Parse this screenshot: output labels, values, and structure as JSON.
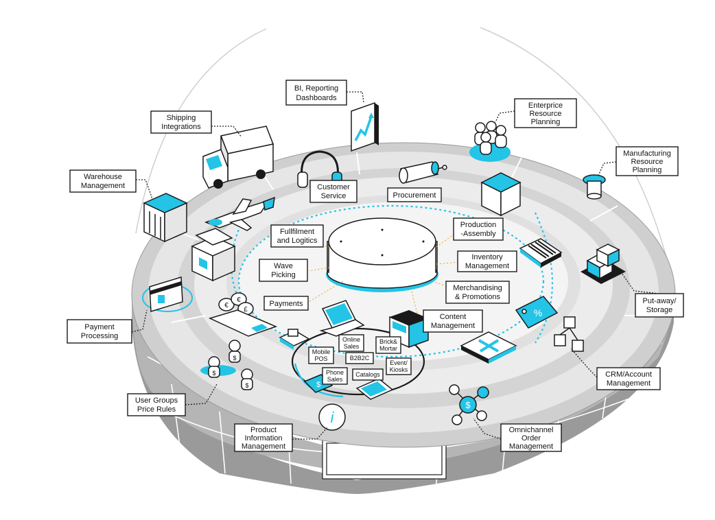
{
  "colors": {
    "accent": "#23c4e6",
    "ink": "#1a1a1a",
    "ring": "#d9d9d9",
    "base": "#8a8a8a"
  },
  "labels": {
    "bi_reporting": [
      "BI, Reporting",
      "Dashboards"
    ],
    "erp": [
      "Enterprice",
      "Resource",
      "Planning"
    ],
    "shipping": [
      "Shipping",
      "Integrations"
    ],
    "warehouse": [
      "Warehouse",
      "Management"
    ],
    "mrp": [
      "Manufacturing",
      "Resource",
      "Planning"
    ],
    "customer_service": [
      "Customer",
      "Service"
    ],
    "procurement": [
      "Procurement"
    ],
    "production": [
      "Production",
      "-Assembly"
    ],
    "fulfilment": [
      "Fullfilment",
      "and Logitics"
    ],
    "inventory": [
      "Inventory",
      "Management"
    ],
    "wave_picking": [
      "Wave",
      "Picking"
    ],
    "merchandising": [
      "Merchandising",
      "& Promotions"
    ],
    "payments": [
      "Payments"
    ],
    "content_mgmt": [
      "Content",
      "Management"
    ],
    "putaway": [
      "Put-away/",
      "Storage"
    ],
    "payment_processing": [
      "Payment",
      "Processing"
    ],
    "crm": [
      "CRM/Account",
      "Management"
    ],
    "user_groups": [
      "User Groups",
      "Price Rules"
    ],
    "pim": [
      "Product",
      "Information",
      "Management"
    ],
    "omnichannel": [
      "Omnichannel",
      "Order",
      "Management"
    ],
    "online_sales": [
      "Online",
      "Sales"
    ],
    "brick_mortar": [
      "Brick&",
      "Mortar"
    ],
    "mobile_pos": [
      "Mobile",
      "POS"
    ],
    "b2b2c": [
      "B2B2C"
    ],
    "event_kiosks": [
      "Event/",
      "Kiosks"
    ],
    "phone_sales": [
      "Phone",
      "Sales"
    ],
    "catalogs": [
      "Catalogs"
    ]
  },
  "icons": [
    "chart-icon",
    "team-icon",
    "truck-icon",
    "warehouse-icon",
    "silo-icon",
    "headset-icon",
    "pipe-icon",
    "cube-icon",
    "airplane-icon",
    "barcode-icon",
    "box-icon",
    "pallet-icon",
    "tag-icon",
    "coins-icon",
    "card-icon",
    "laptop-icon",
    "store-icon",
    "tools-icon",
    "users-dollar-icon",
    "info-icon",
    "network-icon",
    "pos-terminal-icon",
    "phone-icon",
    "catalog-icon"
  ]
}
